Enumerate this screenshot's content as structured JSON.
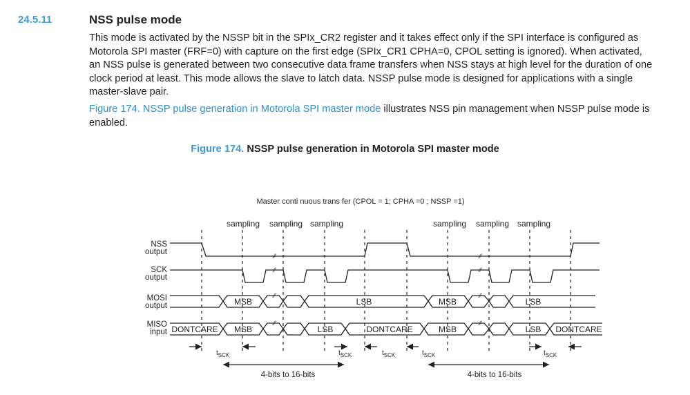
{
  "section": {
    "number": "24.5.11",
    "title": "NSS pulse mode"
  },
  "paragraph1": "This mode is activated by the NSSP bit in the SPIx_CR2 register and it takes effect only if the SPI interface is configured as Motorola SPI master (FRF=0) with capture on the first edge (SPIx_CR1 CPHA=0, CPOL setting is ignored). When activated, an NSS pulse is generated between two consecutive data frame transfers when NSS stays at high level for the duration of one clock period at least. This mode allows the slave to latch data. NSSP pulse mode is designed for applications with a single master-slave pair.",
  "paragraph2": {
    "link": "Figure 174. NSSP pulse generation in Motorola SPI master mode",
    "text": " illustrates NSS pin management when NSSP pulse mode is enabled."
  },
  "figure": {
    "number": "Figure 174.",
    "title": " NSSP pulse generation in Motorola SPI master mode",
    "diagram_title": "Master conti nuous trans fer (CPOL = 1; CPHA =0 ; NSSP =1)",
    "sampling_label": "sampling",
    "signals": {
      "nss": [
        "NSS",
        "output"
      ],
      "sck": [
        "SCK",
        "output"
      ],
      "mosi": [
        "MOSI",
        "output"
      ],
      "miso": [
        "MISO",
        "input"
      ]
    },
    "bus_labels": {
      "msb": "MSB",
      "lsb": "LSB",
      "dontcare": "DONTCARE"
    },
    "timing": {
      "t": "t",
      "sck_sub": "SCK"
    },
    "span_label": "4-bits to 16-bits"
  }
}
